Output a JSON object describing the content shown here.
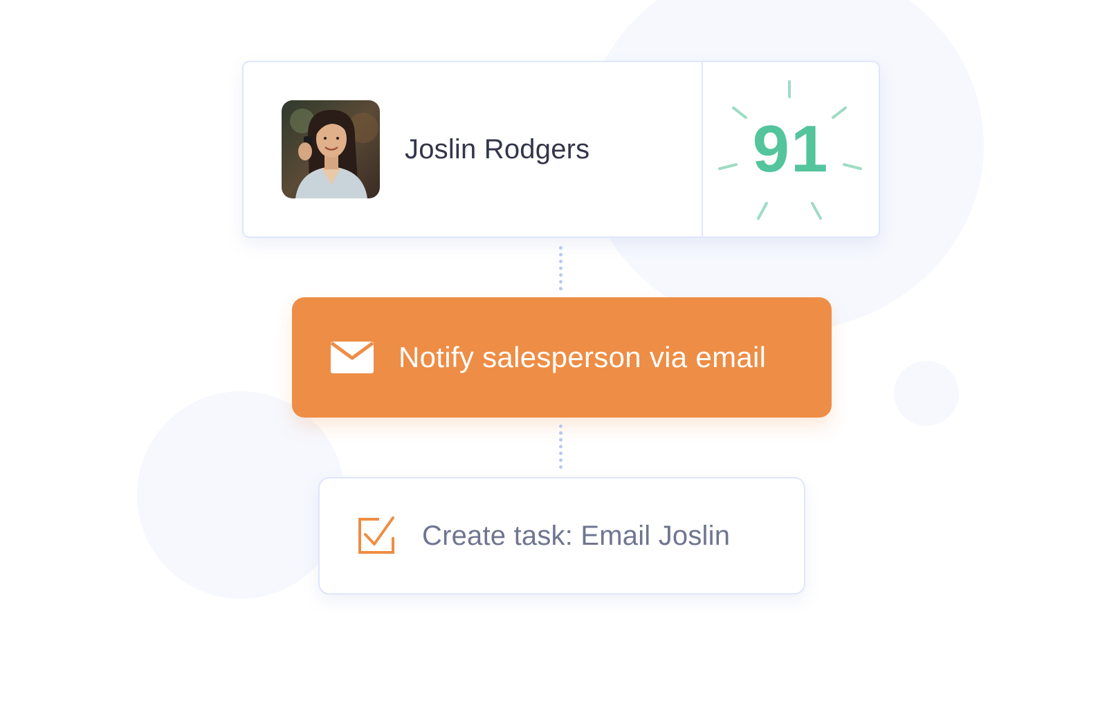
{
  "contact": {
    "name": "Joslin Rodgers",
    "avatar_icon": "person-photo",
    "score": "91"
  },
  "action": {
    "label": "Notify salesperson via email",
    "icon": "envelope-icon"
  },
  "task": {
    "label": "Create task: Email Joslin",
    "icon": "checkbox-checked-icon"
  },
  "colors": {
    "accent_orange": "#ee8d45",
    "score_green": "#54c49c",
    "card_border": "#dfe6fb",
    "connector": "#b8c8f0",
    "background_circle": "#f6f8fe"
  }
}
